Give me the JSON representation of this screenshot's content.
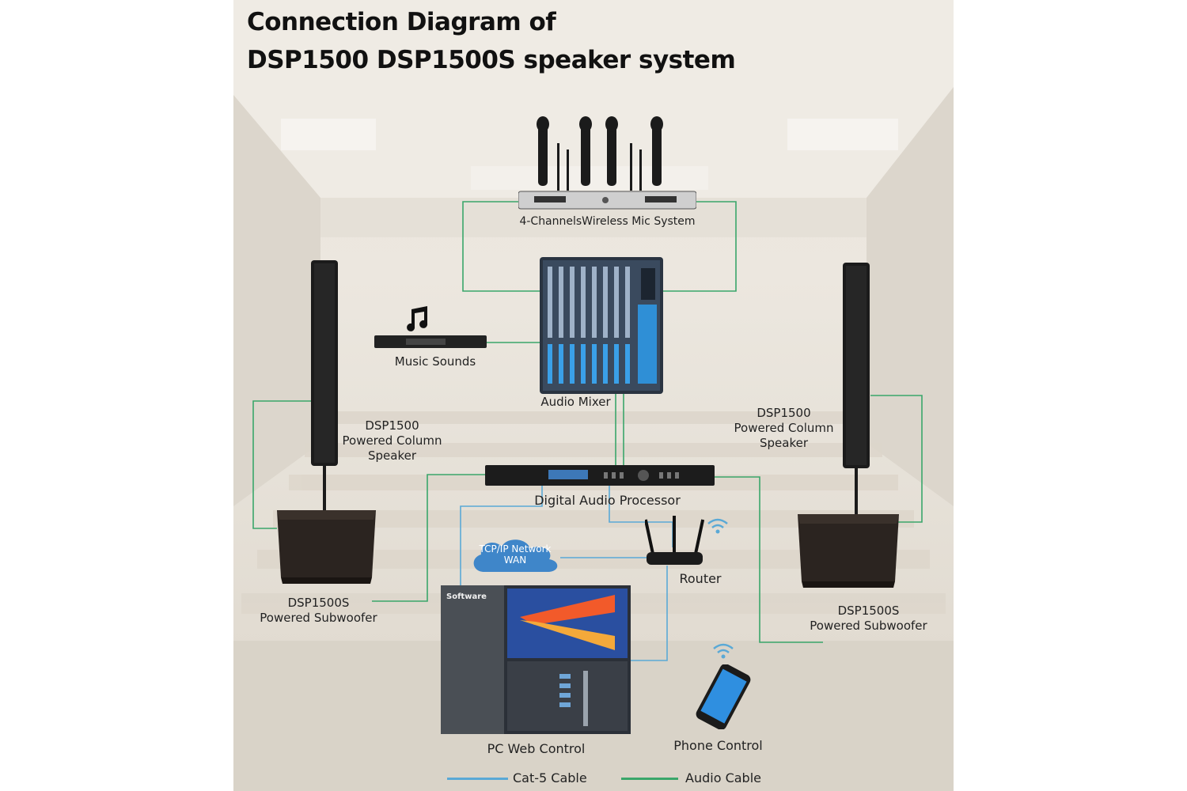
{
  "title": {
    "line1": "Connection Diagram of",
    "line2": "DSP1500 DSP1500S speaker system"
  },
  "nodes": {
    "mic_system": "4-ChannelsWireless Mic System",
    "music_sounds": "Music Sounds",
    "audio_mixer": "Audio Mixer",
    "column_left": [
      "DSP1500",
      "Powered Column",
      "Speaker"
    ],
    "column_right": [
      "DSP1500",
      "Powered Column",
      "Speaker"
    ],
    "processor": "Digital Audio Processor",
    "network": [
      "TCP/IP Network",
      "WAN"
    ],
    "router": "Router",
    "sub_left": [
      "DSP1500S",
      "Powered Subwoofer"
    ],
    "sub_right": [
      "DSP1500S",
      "Powered Subwoofer"
    ],
    "pc": "PC Web Control",
    "pc_software": "Software",
    "phone": "Phone Control"
  },
  "legend": {
    "cat5": "Cat-5 Cable",
    "audio": "Audio Cable"
  },
  "colors": {
    "cat5": "#5aa9d6",
    "audio": "#3aa66a",
    "device": "#1b1b1b",
    "cloud": "#3f86c9"
  },
  "icons": [
    "microphone-icon",
    "music-note-icon",
    "wifi-icon",
    "cloud-icon",
    "smartphone-icon"
  ]
}
